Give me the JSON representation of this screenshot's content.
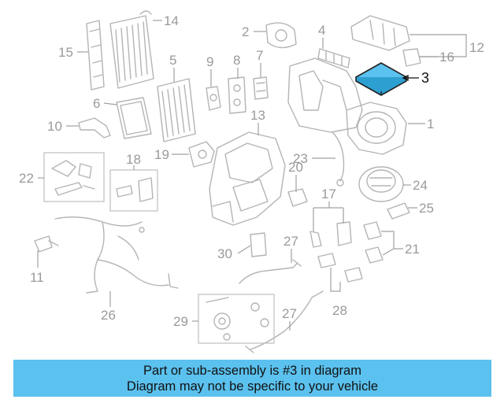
{
  "diagram": {
    "highlight_color": "#5bc1ee",
    "callouts": [
      {
        "id": "c1",
        "label": "1"
      },
      {
        "id": "c2",
        "label": "2"
      },
      {
        "id": "c3",
        "label": "3",
        "highlighted": true
      },
      {
        "id": "c4",
        "label": "4"
      },
      {
        "id": "c5",
        "label": "5"
      },
      {
        "id": "c6",
        "label": "6"
      },
      {
        "id": "c7",
        "label": "7"
      },
      {
        "id": "c8",
        "label": "8"
      },
      {
        "id": "c9",
        "label": "9"
      },
      {
        "id": "c10",
        "label": "10"
      },
      {
        "id": "c11",
        "label": "11"
      },
      {
        "id": "c12",
        "label": "12"
      },
      {
        "id": "c13",
        "label": "13"
      },
      {
        "id": "c14",
        "label": "14"
      },
      {
        "id": "c15",
        "label": "15"
      },
      {
        "id": "c16",
        "label": "16"
      },
      {
        "id": "c17",
        "label": "17"
      },
      {
        "id": "c18",
        "label": "18"
      },
      {
        "id": "c19",
        "label": "19"
      },
      {
        "id": "c20",
        "label": "20"
      },
      {
        "id": "c21",
        "label": "21"
      },
      {
        "id": "c22",
        "label": "22"
      },
      {
        "id": "c23",
        "label": "23"
      },
      {
        "id": "c24",
        "label": "24"
      },
      {
        "id": "c25",
        "label": "25"
      },
      {
        "id": "c26",
        "label": "26"
      },
      {
        "id": "c27a",
        "label": "27"
      },
      {
        "id": "c27b",
        "label": "27"
      },
      {
        "id": "c28",
        "label": "28"
      },
      {
        "id": "c29",
        "label": "29"
      },
      {
        "id": "c30",
        "label": "30"
      }
    ]
  },
  "banner": {
    "line1": "Part or sub-assembly is #3 in diagram",
    "line2": "Diagram may not be specific to your vehicle",
    "background": "#5bc1ee"
  }
}
